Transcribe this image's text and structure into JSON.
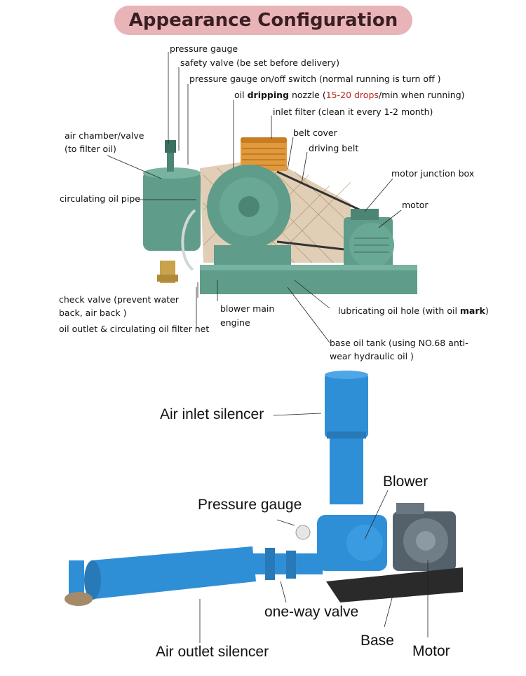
{
  "banner": {
    "title": "Appearance Configuration"
  },
  "top_labels": {
    "pressure_gauge": "pressure gauge",
    "safety_valve": "safety valve (be set before delivery)",
    "gauge_switch": "pressure gauge on/off switch (normal running is turn off )",
    "oil_nozzle_a": "oil ",
    "oil_nozzle_b": "dripping",
    "oil_nozzle_c": " nozzle (",
    "oil_nozzle_d": "15-20 drops",
    "oil_nozzle_e": "/min when running)",
    "inlet_filter": "inlet filter (clean it every 1-2 month)",
    "belt_cover": "belt cover",
    "driving_belt": "driving belt",
    "air_chamber_1": "air chamber/valve",
    "air_chamber_2": "(to filter oil)",
    "motor_junction": "motor junction box",
    "motor": "motor",
    "circulating_pipe": "circulating oil pipe",
    "check_valve_1": "check valve (prevent water",
    "check_valve_2": "back, air back )",
    "oil_outlet": "oil outlet & circulating oil filter net",
    "blower_main_1": "blower main",
    "blower_main_2": "engine",
    "lube_hole_a": "lubricating oil hole (with oil ",
    "lube_hole_b": "mark",
    "lube_hole_c": ")",
    "base_tank_1": "base oil tank (using NO.68 anti-",
    "base_tank_2": "wear hydraulic oil )"
  },
  "bottom_labels": {
    "air_inlet_silencer": "Air inlet silencer",
    "blower": "Blower",
    "pressure_gauge": "Pressure gauge",
    "one_way_valve": "one-way valve",
    "base": "Base",
    "air_outlet_silencer": "Air outlet silencer",
    "motor": "Motor"
  },
  "colors": {
    "banner_bg": "#e8b4b8",
    "machine_green": "#5f9c8a",
    "machine_blue": "#2f8fd6",
    "accent_red": "#b5281e"
  }
}
